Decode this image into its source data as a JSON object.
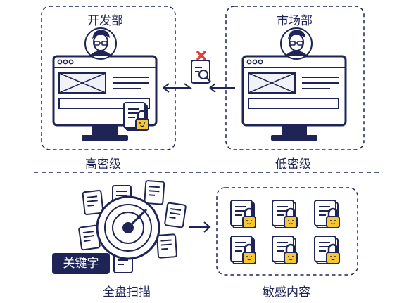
{
  "top": {
    "left_group": {
      "title": "开发部",
      "level": "高密级"
    },
    "right_group": {
      "title": "市场部",
      "level": "低密级"
    }
  },
  "bottom": {
    "scan_label": "全盘扫描",
    "keyword_tag": "关键字",
    "result_label": "敏感内容"
  },
  "colors": {
    "navy": "#1e2456",
    "gold": "#f6c731",
    "blocked": "#e0403a",
    "screen": "#f1f2f7"
  },
  "icons": [
    "avatar-icon",
    "monitor-icon",
    "locked-document-icon",
    "rejected-document-icon",
    "radar-scan-icon",
    "arrow-icon"
  ]
}
